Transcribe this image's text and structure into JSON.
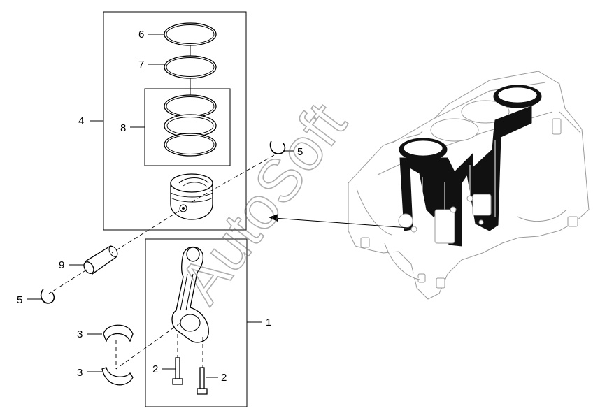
{
  "palette": {
    "line": "#000000",
    "block_outline": "#9a9a9a",
    "highlight_fill": "#111111",
    "watermark": "#6b6b6b",
    "background": "#ffffff"
  },
  "watermark": {
    "text": "AutoSoft"
  },
  "callouts": {
    "connecting_rod": "1",
    "rod_bolt_left": "2",
    "rod_bolt_right": "2",
    "bearing_upper": "3",
    "bearing_lower": "3",
    "piston_assembly": "4",
    "snap_ring_top": "5",
    "snap_ring_left": "5",
    "top_ring": "6",
    "second_ring": "7",
    "oil_ring_set": "8",
    "piston_pin": "9"
  }
}
